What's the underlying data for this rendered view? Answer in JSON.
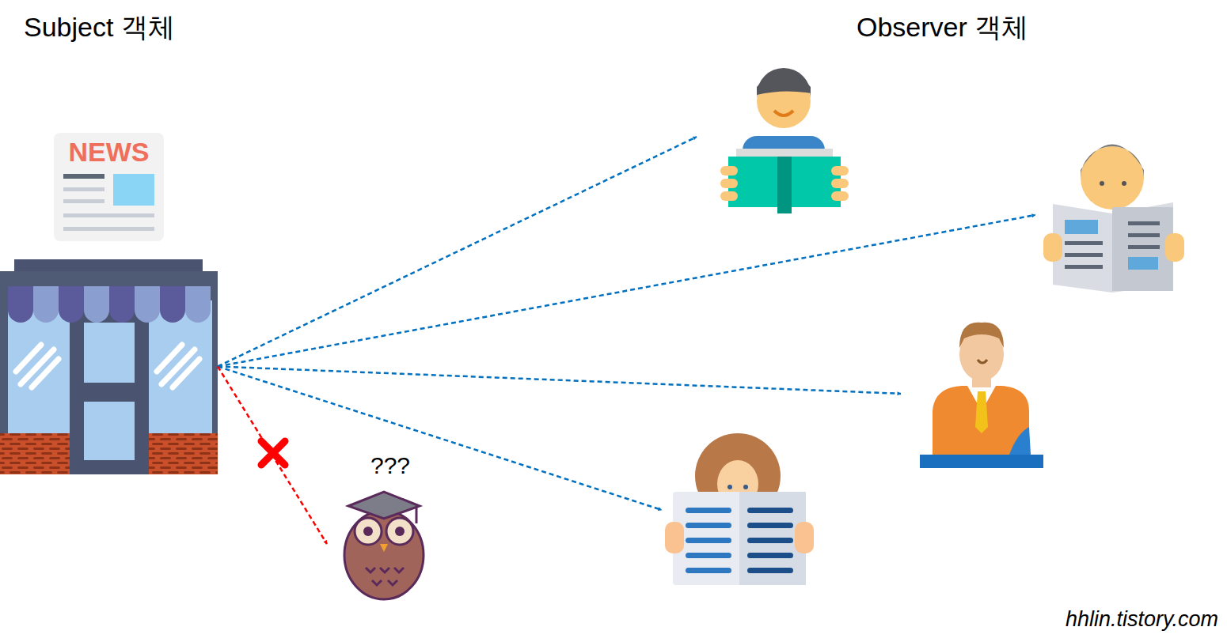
{
  "diagram": {
    "nodes": [
      {
        "text": [
          "NEWS"
        ]
      },
      {
        "text": []
      },
      {
        "text": []
      },
      {
        "text": []
      },
      {
        "text": []
      },
      {
        "text": [
          "???"
        ]
      }
    ],
    "edges": [
      {
        "from": 0,
        "to": 1,
        "arrow": "to"
      },
      {
        "from": 0,
        "to": 2,
        "arrow": "to"
      },
      {
        "from": 0,
        "to": 3,
        "arrow": "to"
      },
      {
        "from": 0,
        "to": 4,
        "arrow": "to"
      },
      {
        "from": 0,
        "to": 5,
        "arrow": "to"
      }
    ],
    "labels": [
      "Subject 객체",
      "Observer 객체",
      "hhlin.tistory.com"
    ]
  }
}
